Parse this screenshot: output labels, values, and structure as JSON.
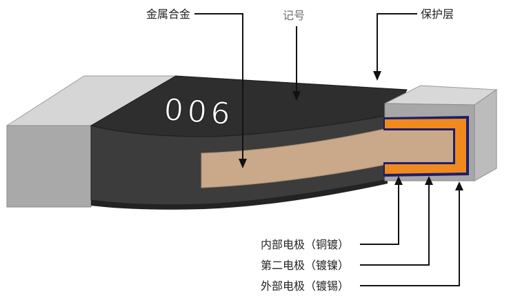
{
  "labels": {
    "metal_alloy": "金属合金",
    "marking": "记号",
    "protective_layer": "保护层",
    "inner_electrode": "内部电极（铜镀）",
    "second_electrode": "第二电极（镀镍）",
    "outer_electrode": "外部电极（镀锡）"
  },
  "marking_code": "006",
  "colors": {
    "body_top": "#2f2f2f",
    "body_front": "#3d3d3d",
    "body_shadow": "#262626",
    "metal_alloy": "#c9a98a",
    "second_electrode": "#f08a1e",
    "inner_electrode": "#1c1e6b",
    "terminal_front": "#a7a7a7",
    "terminal_top": "#d7d7d7",
    "terminal_side": "#bfbfbf",
    "leader_line": "#111111"
  }
}
